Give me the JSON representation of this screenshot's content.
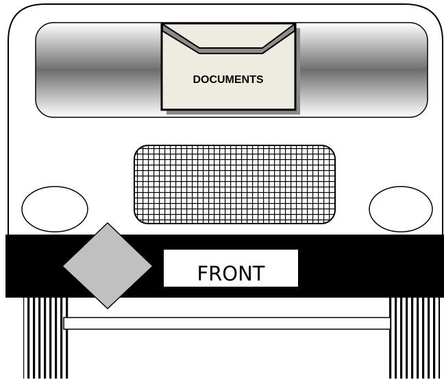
{
  "diagram": {
    "subject": "truck-front-view",
    "document_holder": {
      "label": "DOCUMENTS"
    },
    "license_plate": {
      "label": "FRONT"
    },
    "colors": {
      "bumper": "#000000",
      "placard_diamond": "#c0c0c0",
      "envelope_fill": "#eeece1",
      "outline": "#000000",
      "background": "#ffffff"
    }
  }
}
